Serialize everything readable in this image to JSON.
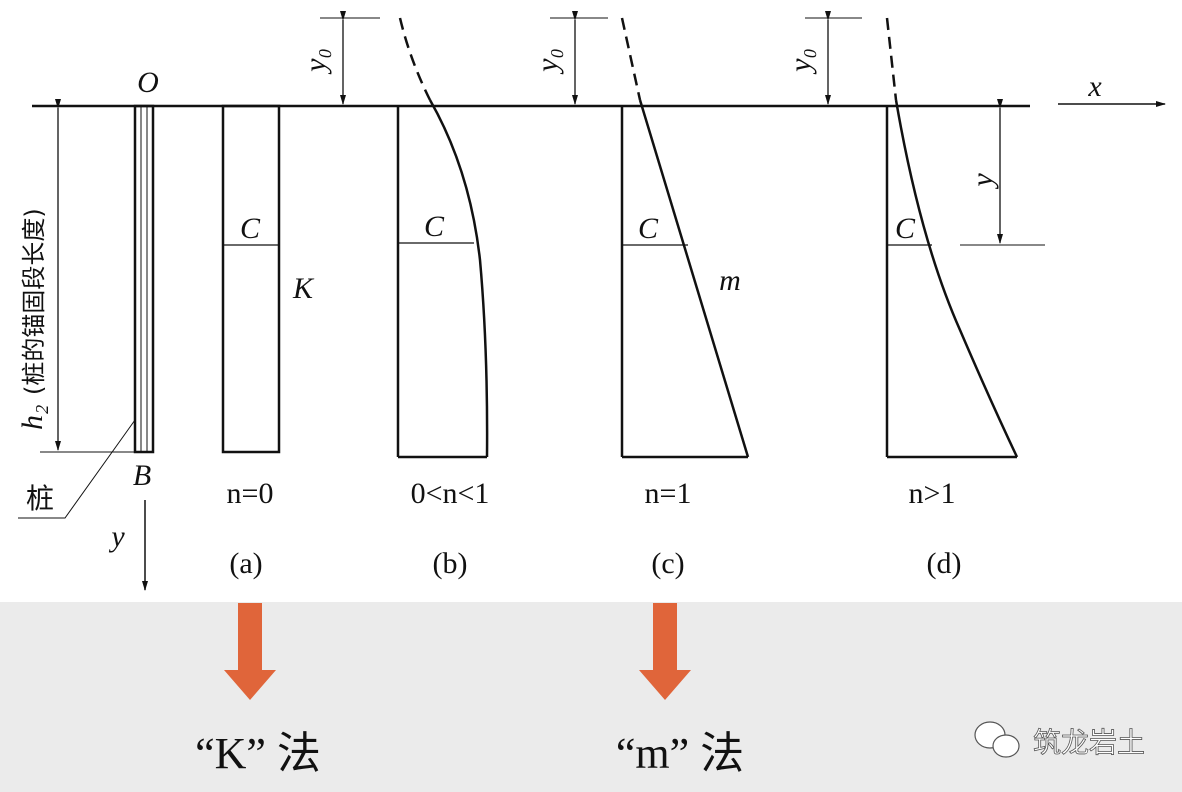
{
  "labels": {
    "origin": "O",
    "x_axis": "x",
    "y_axis": "y",
    "y_dim": "y",
    "y0": "y₀",
    "pile_bottom": "B",
    "pile": "桩",
    "h2": "h₂",
    "h2_desc": "(桩的锚固段长度)",
    "C": "C",
    "K": "K",
    "m": "m"
  },
  "cases": [
    {
      "condition": "n=0",
      "tag": "(a)"
    },
    {
      "condition": "0<n<1",
      "tag": "(b)"
    },
    {
      "condition": "n=1",
      "tag": "(c)"
    },
    {
      "condition": "n>1",
      "tag": "(d)"
    }
  ],
  "methods": [
    {
      "label": "“K” 法"
    },
    {
      "label": "“m” 法"
    }
  ],
  "watermark": "筑龙岩土",
  "colors": {
    "arrow": "#e0653a",
    "band": "#ebebeb",
    "line": "#111111"
  }
}
